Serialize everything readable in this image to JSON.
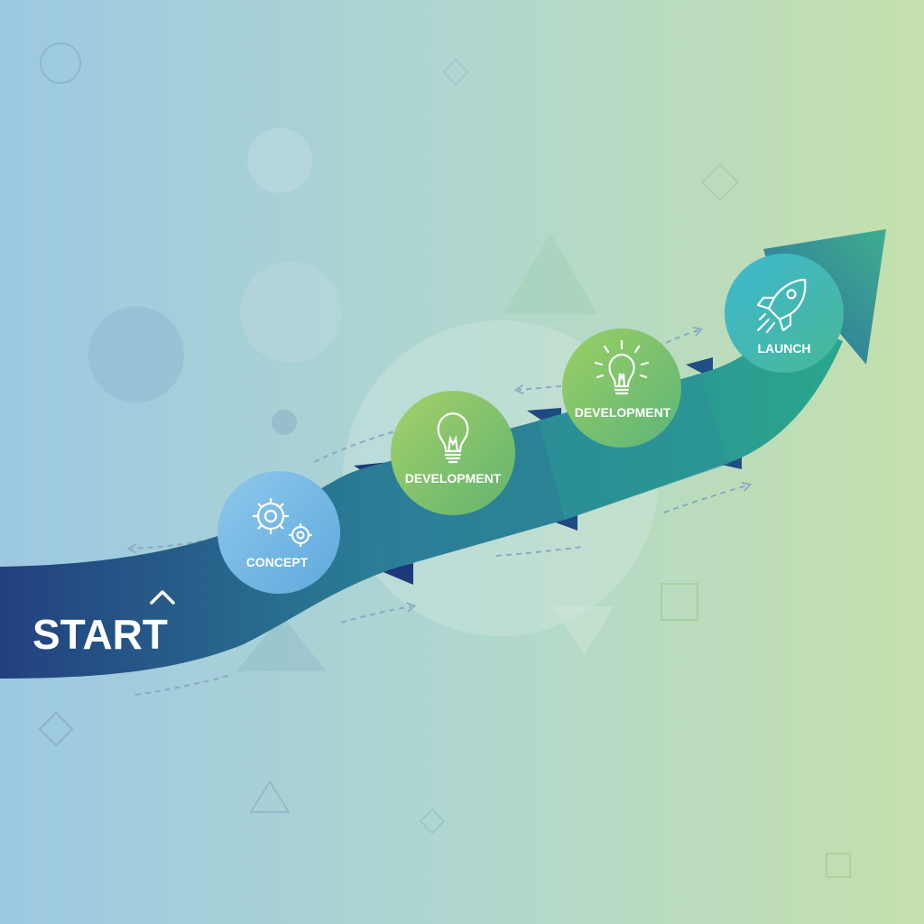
{
  "diagram": {
    "start_label": "START",
    "stages": [
      {
        "label": "CONCEPT",
        "icon": "gears-icon"
      },
      {
        "label": "DEVELOPMENT",
        "icon": "lightbulb-icon"
      },
      {
        "label": "DEVELOPMENT",
        "icon": "glowing-lightbulb-icon"
      },
      {
        "label": "LAUNCH",
        "icon": "rocket-icon"
      }
    ]
  },
  "colors": {
    "background_left": "#9cc8e2",
    "background_right": "#c4e0ac",
    "ribbon_dark": "#23407f",
    "ribbon_teal": "#27a090",
    "circle_blue": "#7bbde6",
    "circle_green": "#8ac85e",
    "circle_teal": "#3bb6c0"
  }
}
